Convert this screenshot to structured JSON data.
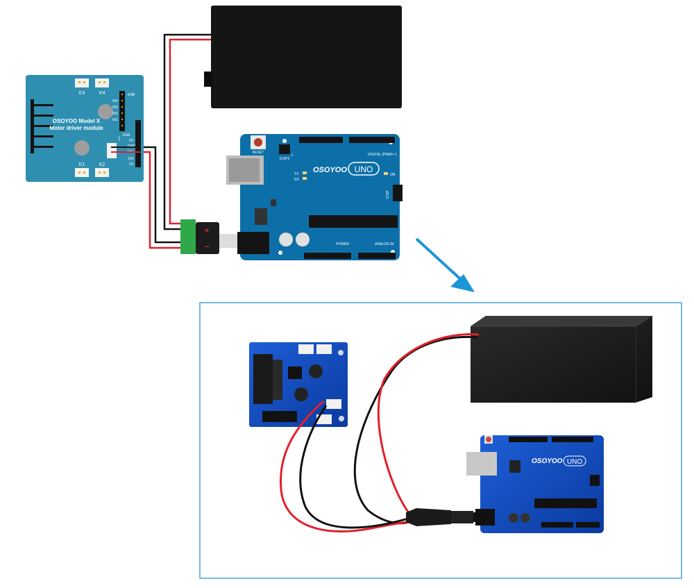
{
  "top_diagram": {
    "driver_module": {
      "title_line1": "OSOYOO Model X",
      "title_line2": "Motor driver module",
      "terminal_k1": "K1",
      "terminal_k2": "K2",
      "terminal_k3": "K3",
      "terminal_k4": "K4",
      "pin_enb": "ENB",
      "pin_in4": "IN4",
      "pin_in3": "IN3",
      "pin_in2": "IN2",
      "pin_in1": "IN1",
      "pin_ena": "ENA",
      "pin_5v": "5V",
      "pin_gnd": "GND",
      "pin_12v": "12V",
      "pin_vs": "VS",
      "pin_gnd2": "GND",
      "pin_12v2": "12V"
    },
    "connector": {
      "plus": "+",
      "minus": "−"
    },
    "arduino": {
      "brand": "OSOYOO",
      "model": "UNO",
      "reset": "RESET",
      "icsp2": "ICSP2",
      "icsp": "ICSP",
      "tx": "TX",
      "rx": "RX",
      "l": "L",
      "on": "ON",
      "digital": "DIGITAL (PWM=~)",
      "power": "POWER",
      "analog": "ANALOG IN"
    }
  },
  "photo": {
    "arduino_brand": "OSOYOO",
    "arduino_model": "UNO"
  },
  "colors": {
    "board_teal": "#2f8fb1",
    "arduino_blue": "#0d6fa8",
    "frame_blue": "#4aa3d9",
    "arrow_blue": "#1c95d6",
    "wire_red": "#e0202a",
    "wire_black": "#111111"
  }
}
